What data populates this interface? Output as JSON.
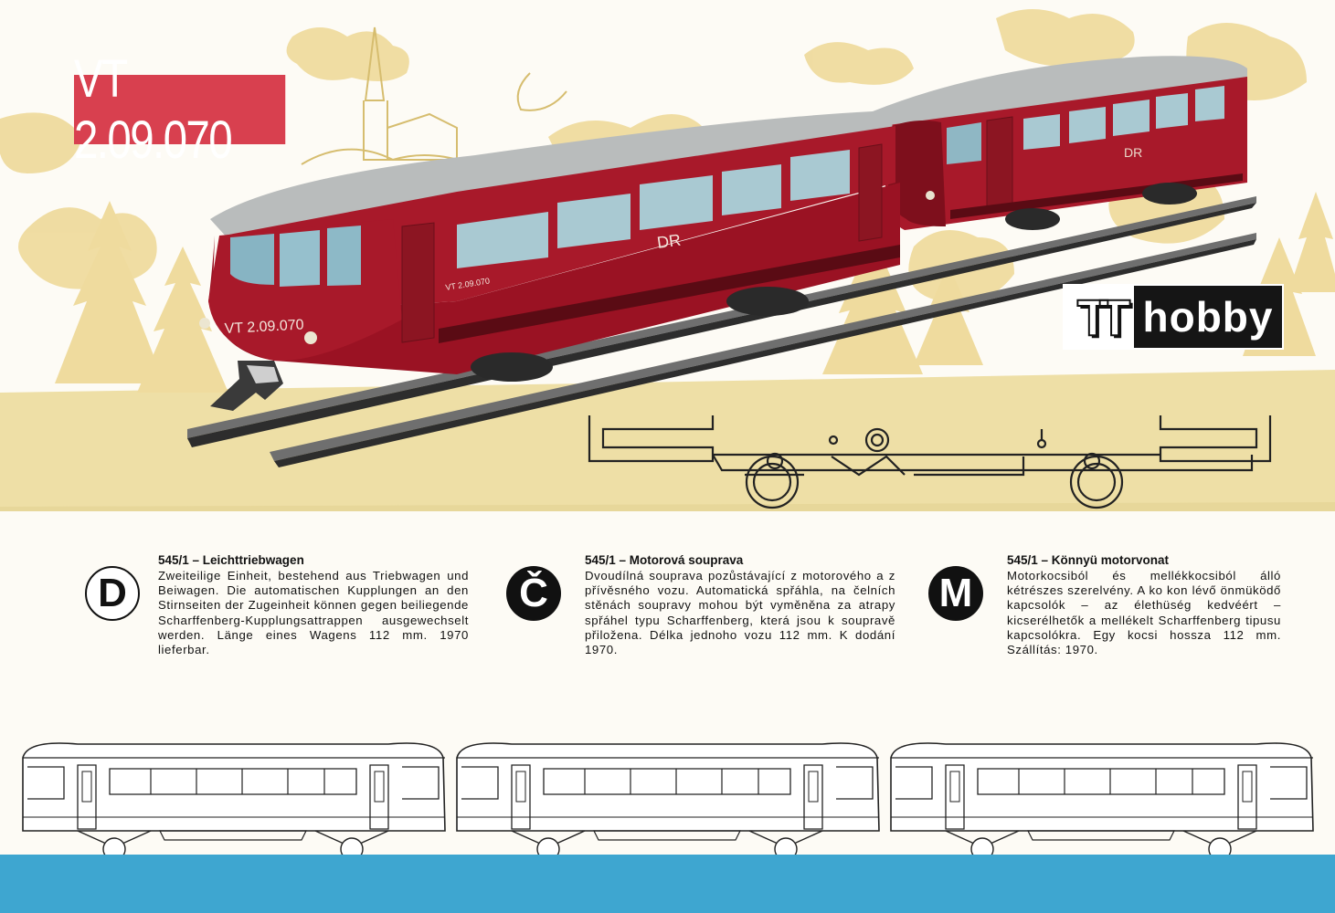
{
  "badge": {
    "model_number": "VT 2.09.070"
  },
  "brand": {
    "tt": "TT",
    "hobby": "hobby"
  },
  "train": {
    "cab_number": "VT 2.09.070",
    "side_number": "VT 2.09.070",
    "operator_mark": "DR",
    "trailer_operator_mark": "DR"
  },
  "columns": [
    {
      "lang": "D",
      "title": "545/1 – Leichttriebwagen",
      "body": "Zweiteilige Einheit, bestehend aus Triebwagen und Beiwagen. Die automatischen Kupplungen an den Stirnseiten der Zugeinheit können gegen beiliegende Scharffenberg-Kupplungsattrappen ausgewechselt werden. Länge eines Wagens 112 mm. 1970 lieferbar."
    },
    {
      "lang": "Č",
      "title": "545/1 – Motorová souprava",
      "body": "Dvoudílná souprava pozůstávající z motorového a z přívěsného vozu. Automatická spřáhla, na čelních stěnách soupravy mohou být vyměněna za atrapy spřáhel typu Scharffenberg, která jsou k soupravě přiložena. Délka jednoho vozu 112 mm. K dodání 1970."
    },
    {
      "lang": "M",
      "title": "545/1 – Könnyü motorvonat",
      "body": "Motorkocsiból és mellékkocsiból álló kétrészes szerelvény. A ko kon lévő önmüködő kapcsolók – az élethüség kedvéért – kicserélhetők a mellékelt Scharffenberg tipusu kapcsolókra. Egy kocsi hossza 112 mm. Szállítás: 1970."
    }
  ],
  "colors": {
    "badge_red": "#d8404f",
    "train_red": "#a8192a",
    "roof_grey": "#b9bcbc",
    "sand": "#eedfa6",
    "sea_blue": "#3ea6d0",
    "dark": "#151515"
  }
}
